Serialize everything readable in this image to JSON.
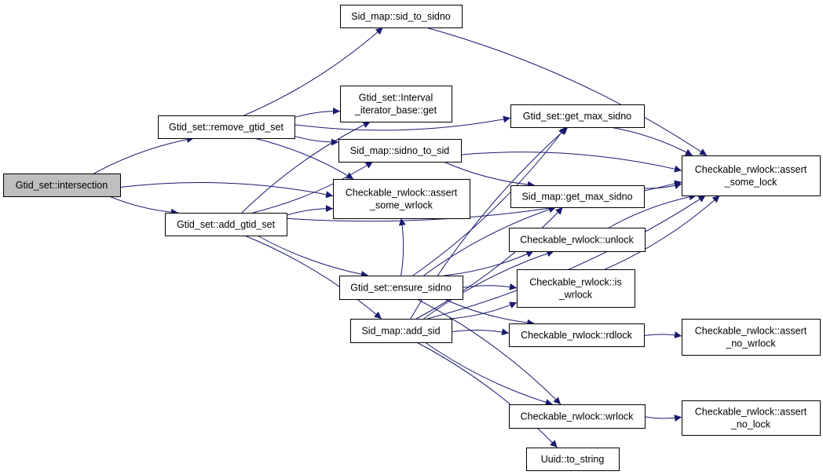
{
  "colors": {
    "edge": "#191970",
    "node_border": "#000000",
    "root_fill": "#bfbfbf",
    "node_fill": "#ffffff"
  },
  "nodes": {
    "intersection": {
      "lines": [
        "Gtid_set::intersection"
      ]
    },
    "remove_gtid_set": {
      "lines": [
        "Gtid_set::remove_gtid_set"
      ]
    },
    "add_gtid_set": {
      "lines": [
        "Gtid_set::add_gtid_set"
      ]
    },
    "sid_to_sidno": {
      "lines": [
        "Sid_map::sid_to_sidno"
      ]
    },
    "interval_get": {
      "lines": [
        "Gtid_set::Interval",
        "_iterator_base::get"
      ]
    },
    "sidno_to_sid": {
      "lines": [
        "Sid_map::sidno_to_sid"
      ]
    },
    "assert_some_wrlock": {
      "lines": [
        "Checkable_rwlock::assert",
        "_some_wrlock"
      ]
    },
    "ensure_sidno": {
      "lines": [
        "Gtid_set::ensure_sidno"
      ]
    },
    "add_sid": {
      "lines": [
        "Sid_map::add_sid"
      ]
    },
    "gtid_get_max_sidno": {
      "lines": [
        "Gtid_set::get_max_sidno"
      ]
    },
    "sidmap_get_max_sidno": {
      "lines": [
        "Sid_map::get_max_sidno"
      ]
    },
    "unlock": {
      "lines": [
        "Checkable_rwlock::unlock"
      ]
    },
    "is_wrlock": {
      "lines": [
        "Checkable_rwlock::is",
        "_wrlock"
      ]
    },
    "rdlock": {
      "lines": [
        "Checkable_rwlock::rdlock"
      ]
    },
    "wrlock": {
      "lines": [
        "Checkable_rwlock::wrlock"
      ]
    },
    "to_string": {
      "lines": [
        "Uuid::to_string"
      ]
    },
    "assert_some_lock": {
      "lines": [
        "Checkable_rwlock::assert",
        "_some_lock"
      ]
    },
    "assert_no_wrlock": {
      "lines": [
        "Checkable_rwlock::assert",
        "_no_wrlock"
      ]
    },
    "assert_no_lock": {
      "lines": [
        "Checkable_rwlock::assert",
        "_no_lock"
      ]
    }
  },
  "edges": [
    [
      "intersection",
      "remove_gtid_set"
    ],
    [
      "intersection",
      "add_gtid_set"
    ],
    [
      "intersection",
      "assert_some_wrlock"
    ],
    [
      "remove_gtid_set",
      "sid_to_sidno"
    ],
    [
      "remove_gtid_set",
      "interval_get"
    ],
    [
      "remove_gtid_set",
      "sidno_to_sid"
    ],
    [
      "remove_gtid_set",
      "assert_some_wrlock"
    ],
    [
      "remove_gtid_set",
      "gtid_get_max_sidno"
    ],
    [
      "add_gtid_set",
      "interval_get"
    ],
    [
      "add_gtid_set",
      "sidno_to_sid"
    ],
    [
      "add_gtid_set",
      "assert_some_wrlock"
    ],
    [
      "add_gtid_set",
      "ensure_sidno"
    ],
    [
      "add_gtid_set",
      "add_sid"
    ],
    [
      "add_gtid_set",
      "assert_some_lock"
    ],
    [
      "sid_to_sidno",
      "assert_some_lock"
    ],
    [
      "sidno_to_sid",
      "sidmap_get_max_sidno"
    ],
    [
      "sidno_to_sid",
      "assert_some_lock"
    ],
    [
      "ensure_sidno",
      "gtid_get_max_sidno"
    ],
    [
      "ensure_sidno",
      "sidmap_get_max_sidno"
    ],
    [
      "ensure_sidno",
      "unlock"
    ],
    [
      "ensure_sidno",
      "is_wrlock"
    ],
    [
      "ensure_sidno",
      "rdlock"
    ],
    [
      "ensure_sidno",
      "wrlock"
    ],
    [
      "ensure_sidno",
      "assert_some_wrlock"
    ],
    [
      "add_sid",
      "gtid_get_max_sidno"
    ],
    [
      "add_sid",
      "sidmap_get_max_sidno"
    ],
    [
      "add_sid",
      "unlock"
    ],
    [
      "add_sid",
      "is_wrlock"
    ],
    [
      "add_sid",
      "rdlock"
    ],
    [
      "add_sid",
      "wrlock"
    ],
    [
      "add_sid",
      "to_string"
    ],
    [
      "add_sid",
      "assert_some_lock"
    ],
    [
      "gtid_get_max_sidno",
      "assert_some_lock"
    ],
    [
      "sidmap_get_max_sidno",
      "assert_some_lock"
    ],
    [
      "unlock",
      "assert_some_lock"
    ],
    [
      "is_wrlock",
      "assert_some_lock"
    ],
    [
      "rdlock",
      "assert_no_wrlock"
    ],
    [
      "wrlock",
      "assert_no_lock"
    ]
  ]
}
